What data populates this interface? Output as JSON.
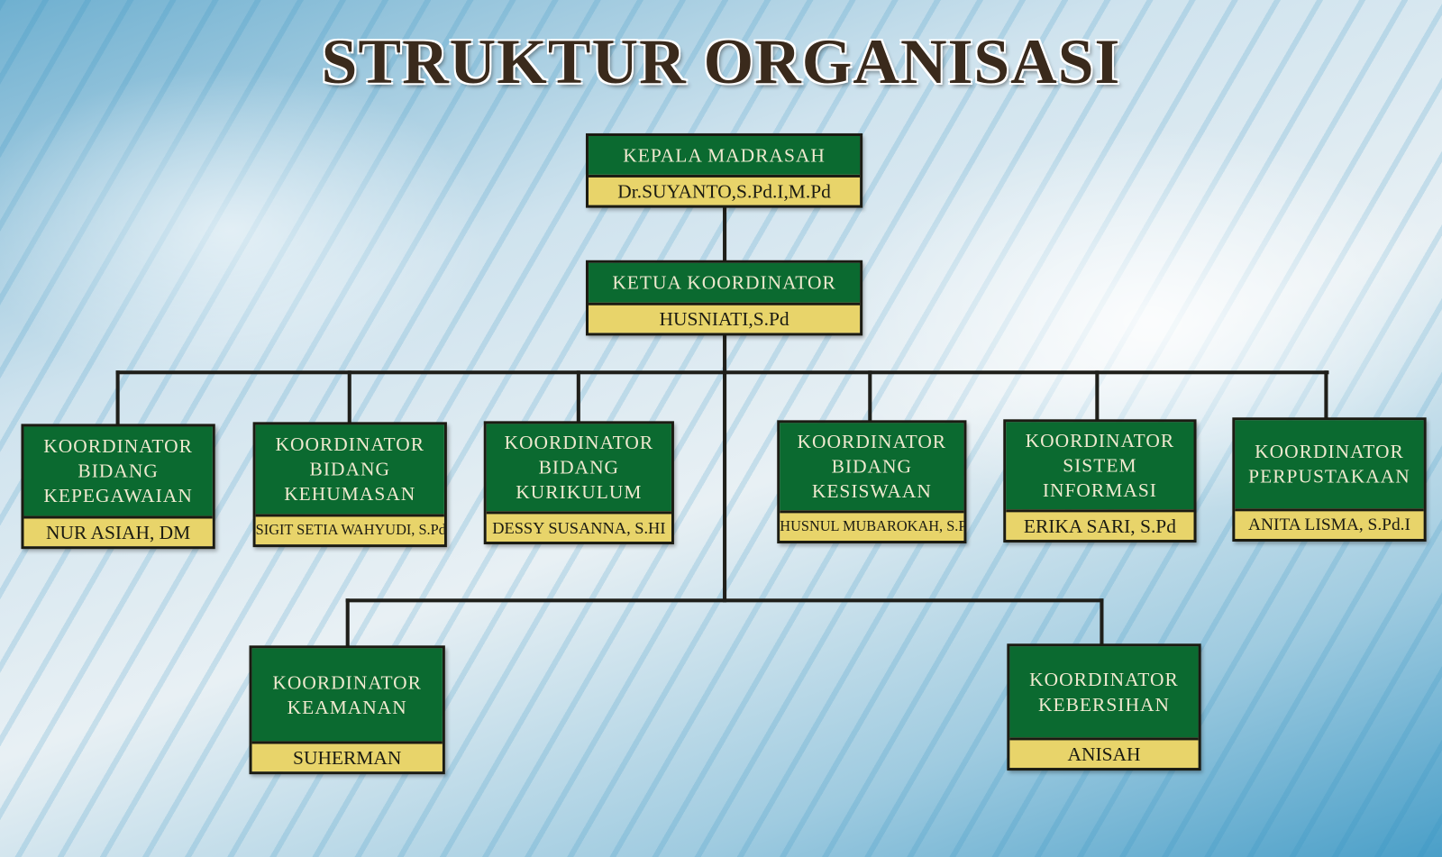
{
  "title": "STRUKTUR ORGANISASI",
  "head": {
    "role": "KEPALA MADRASAH",
    "name": "Dr.SUYANTO,S.Pd.I,M.Pd"
  },
  "coordinator": {
    "role": "KETUA KOORDINATOR",
    "name": "HUSNIATI,S.Pd"
  },
  "units": [
    {
      "role": "KOORDINATOR\nBIDANG\nKEPEGAWAIAN",
      "name": "NUR ASIAH, DM"
    },
    {
      "role": "KOORDINATOR\nBIDANG\nKEHUMASAN",
      "name": "SIGIT SETIA WAHYUDI, S.Pd.I"
    },
    {
      "role": "KOORDINATOR\nBIDANG\nKURIKULUM",
      "name": "DESSY SUSANNA, S.HI"
    },
    {
      "role": "KOORDINATOR\nBIDANG\nKESISWAAN",
      "name": "HUSNUL MUBAROKAH, S.Pd"
    },
    {
      "role": "KOORDINATOR\nSISTEM\nINFORMASI",
      "name": "ERIKA SARI, S.Pd"
    },
    {
      "role": "KOORDINATOR\nPERPUSTAKAAN",
      "name": "ANITA LISMA, S.Pd.I"
    },
    {
      "role": "KOORDINATOR\nKEAMANAN",
      "name": "SUHERMAN"
    },
    {
      "role": "KOORDINATOR\nKEBERSIHAN",
      "name": "ANISAH"
    }
  ]
}
